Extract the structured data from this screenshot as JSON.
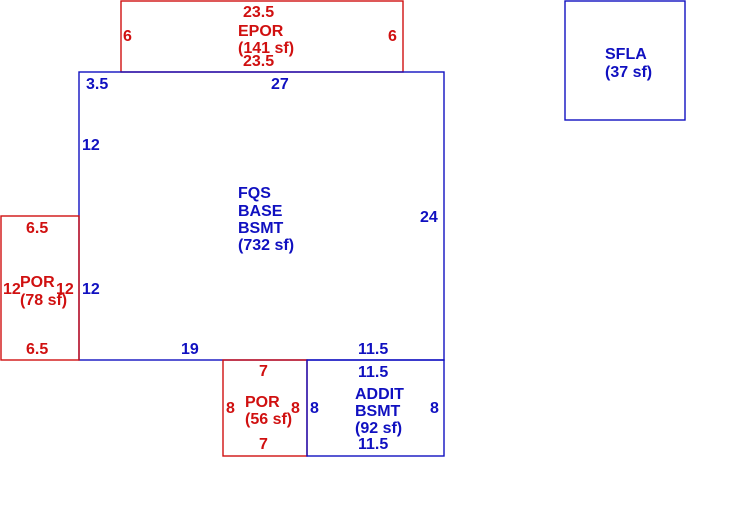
{
  "colors": {
    "living": "#1010c0",
    "porch": "#d01010",
    "background": "#ffffff"
  },
  "areas": {
    "epor": {
      "name": "EPOR",
      "area": "(141 sf)",
      "dims": {
        "top": "23.5",
        "bottom": "23.5",
        "left": "6",
        "right": "6"
      }
    },
    "base": {
      "line1": "FQS",
      "line2": "BASE",
      "line3": "BSMT",
      "area": "(732 sf)",
      "dims": {
        "top_left": "3.5",
        "top": "27",
        "left_upper": "12",
        "left_lower": "12",
        "right": "24",
        "bottom_left": "19",
        "bottom_right": "11.5"
      }
    },
    "sfla": {
      "name": "SFLA",
      "area": "(37 sf)"
    },
    "por_left": {
      "name": "POR",
      "area": "(78 sf)",
      "dims": {
        "top": "6.5",
        "bottom": "6.5",
        "left": "12",
        "right": "12"
      }
    },
    "por_bottom": {
      "name": "POR",
      "area": "(56 sf)",
      "dims": {
        "top": "7",
        "bottom": "7",
        "left": "8",
        "right": "8"
      }
    },
    "addit": {
      "line1": "ADDIT",
      "line2": "BSMT",
      "area": "(92 sf)",
      "dims": {
        "top": "11.5",
        "bottom": "11.5",
        "left": "8",
        "right": "8"
      }
    }
  }
}
